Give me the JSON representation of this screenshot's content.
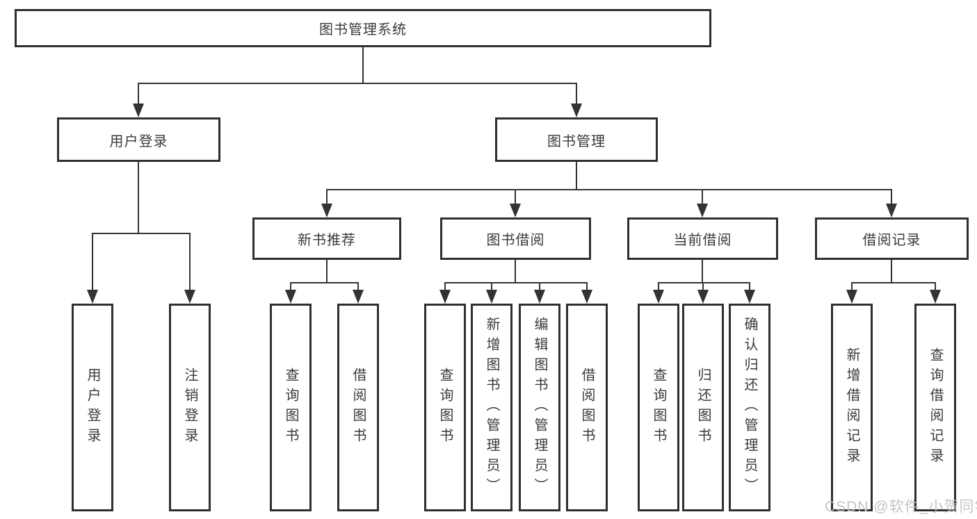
{
  "tree": {
    "label": "图书管理系统",
    "children": [
      {
        "label": "用户登录",
        "children": [
          {
            "label": "用户登录"
          },
          {
            "label": "注销登录"
          }
        ]
      },
      {
        "label": "图书管理",
        "children": [
          {
            "label": "新书推荐",
            "children": [
              {
                "label": "查询图书"
              },
              {
                "label": "借阅图书"
              }
            ]
          },
          {
            "label": "图书借阅",
            "children": [
              {
                "label": "查询图书"
              },
              {
                "label": "新增图书（管理员）"
              },
              {
                "label": "编辑图书（管理员）"
              },
              {
                "label": "借阅图书"
              }
            ]
          },
          {
            "label": "当前借阅",
            "children": [
              {
                "label": "查询图书"
              },
              {
                "label": "归还图书"
              },
              {
                "label": "确认归还（管理员）"
              }
            ]
          },
          {
            "label": "借阅记录",
            "children": [
              {
                "label": "新增借阅记录"
              },
              {
                "label": "查询借阅记录"
              }
            ]
          }
        ]
      }
    ]
  },
  "watermark": "CSDN @软件_小贺同学",
  "colors": {
    "line": "#333333",
    "border": "#2f2f2f",
    "text": "#3a3a3a",
    "background": "#ffffff",
    "watermark": "#c1c1c1"
  }
}
